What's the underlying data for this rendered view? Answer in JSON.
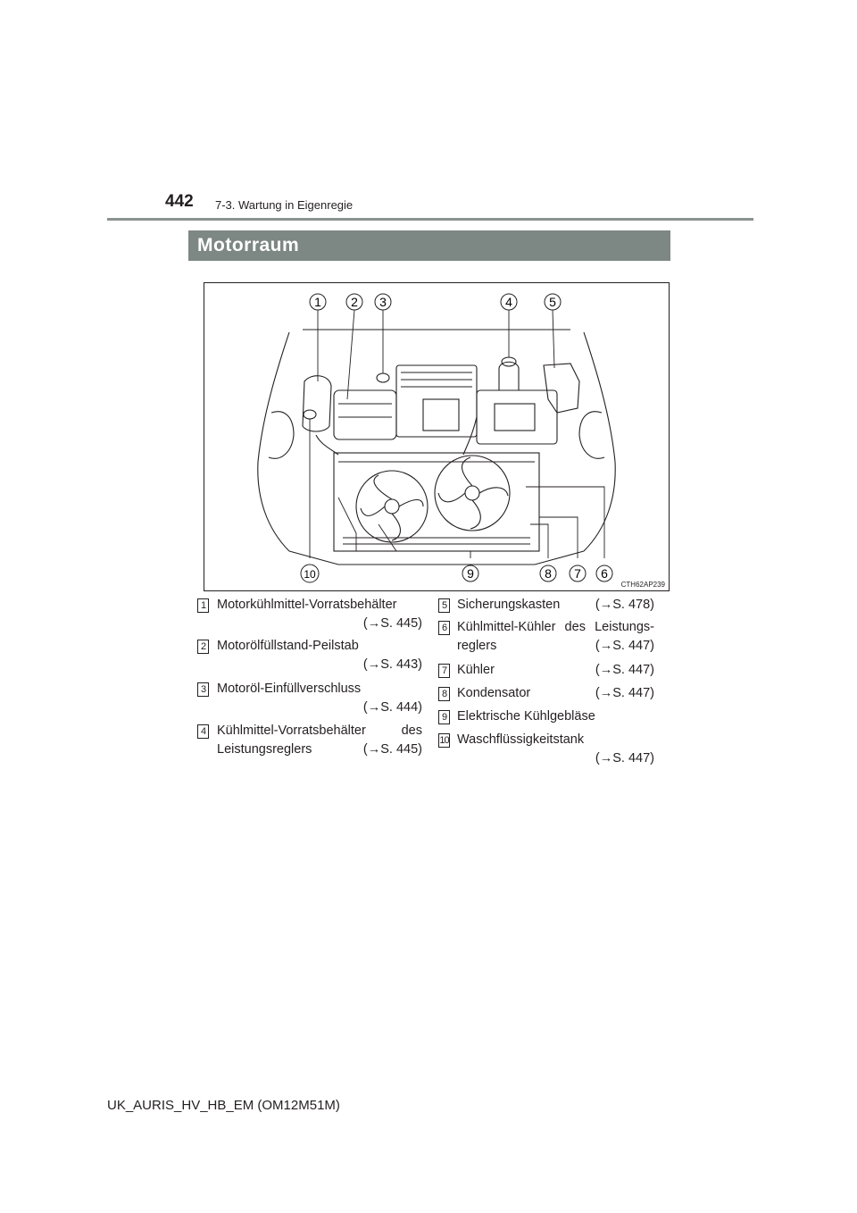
{
  "header": {
    "page_number": "442",
    "section": "7-3. Wartung in Eigenregie"
  },
  "title": "Motorraum",
  "figure": {
    "code": "CTH62AP239",
    "callouts": [
      "1",
      "2",
      "3",
      "4",
      "5",
      "6",
      "7",
      "8",
      "9",
      "10"
    ]
  },
  "legend": [
    {
      "num": "1",
      "text": "Motorkühlmittel-Vorratsbehälter",
      "ref": "(→S. 445)"
    },
    {
      "num": "2",
      "text": "Motorölfüllstand-Peilstab",
      "ref": "(→S. 443)"
    },
    {
      "num": "3",
      "text": "Motoröl-Einfüllverschluss",
      "ref": "(→S. 444)"
    },
    {
      "num": "4",
      "text": "Kühlmittel-Vorratsbehälter des",
      "text2": "Leistungsreglers",
      "ref": "(→S. 445)"
    },
    {
      "num": "5",
      "text": "Sicherungskasten",
      "ref": "(→S. 478)"
    },
    {
      "num": "6",
      "text": "Kühlmittel-Kühler des Leistungs-",
      "text2": "reglers",
      "ref": "(→S. 447)"
    },
    {
      "num": "7",
      "text": "Kühler",
      "ref": "(→S. 447)"
    },
    {
      "num": "8",
      "text": "Kondensator",
      "ref": "(→S. 447)"
    },
    {
      "num": "9",
      "text": "Elektrische Kühlgebläse",
      "ref": ""
    },
    {
      "num": "10",
      "text": "Waschflüssigkeitstank",
      "ref": "(→S. 447)"
    }
  ],
  "footer": "UK_AURIS_HV_HB_EM (OM12M51M)"
}
